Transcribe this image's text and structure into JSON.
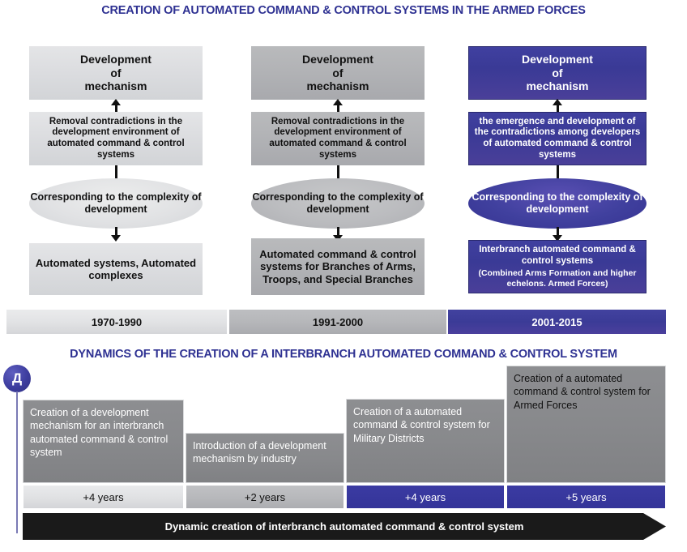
{
  "titles": {
    "top": "CREATION OF AUTOMATED COMMAND & CONTROL SYSTEMS IN THE ARMED FORCES",
    "bottom": "DYNAMICS OF THE CREATION OF A INTERBRANCH AUTOMATED COMMAND & CONTROL SYSTEM"
  },
  "colors": {
    "title_blue": "#2e3192",
    "accent_blue": "#3b3b9c",
    "light_grey": "#e0e1e3",
    "mid_grey": "#b2b3b6",
    "dark_grey": "#88898c",
    "banner_black": "#1a1a1a"
  },
  "columns": [
    {
      "id": "era-1970-1990",
      "top_box": "Development\nof\nmechanism",
      "top_box_lines": [
        "Development",
        "of",
        "mechanism"
      ],
      "driver_box": "Removal contradictions in the development environment of automated command & control systems",
      "oval": "Corresponding to the complexity of development",
      "result_box": "Automated systems, Automated complexes",
      "period": "1970-1990"
    },
    {
      "id": "era-1991-2000",
      "top_box": "Development\nof\nmechanism",
      "top_box_lines": [
        "Development",
        "of",
        "mechanism"
      ],
      "driver_box": "Removal contradictions in the development environment of automated command & control systems",
      "oval": "Corresponding to the complexity of development",
      "result_box": "Automated command & control systems for Branches of Arms, Troops, and Special Branches",
      "period": "1991-2000"
    },
    {
      "id": "era-2001-2015",
      "top_box": "Development\nof\nmechanism",
      "top_box_lines": [
        "Development",
        "of",
        "mechanism"
      ],
      "driver_box": "the emergence and development of the contradictions among developers of automated command & control systems",
      "oval": "Corresponding to the complexity of development",
      "result_box_main": "Interbranch automated command & control systems",
      "result_box_sub": "(Combined Arms Formation and higher echelons.  Armed Forces)",
      "period": "2001-2015"
    }
  ],
  "dynamics": {
    "pin_label": "Д",
    "stages": [
      {
        "id": "stage-1",
        "text": "Creation of a development mechanism for an interbranch automated command & control system",
        "duration": "+4 years",
        "style": "light"
      },
      {
        "id": "stage-2",
        "text": "Introduction of a development mechanism by industry",
        "duration": "+2 years",
        "style": "mid"
      },
      {
        "id": "stage-3",
        "text": "Creation of a automated command & control system for Military Districts",
        "duration": "+4 years",
        "style": "blue"
      },
      {
        "id": "stage-4",
        "text": "Creation of a automated command & control system for Armed Forces",
        "duration": "+5 years",
        "style": "blue"
      }
    ],
    "banner": "Dynamic creation of interbranch automated command & control system"
  }
}
